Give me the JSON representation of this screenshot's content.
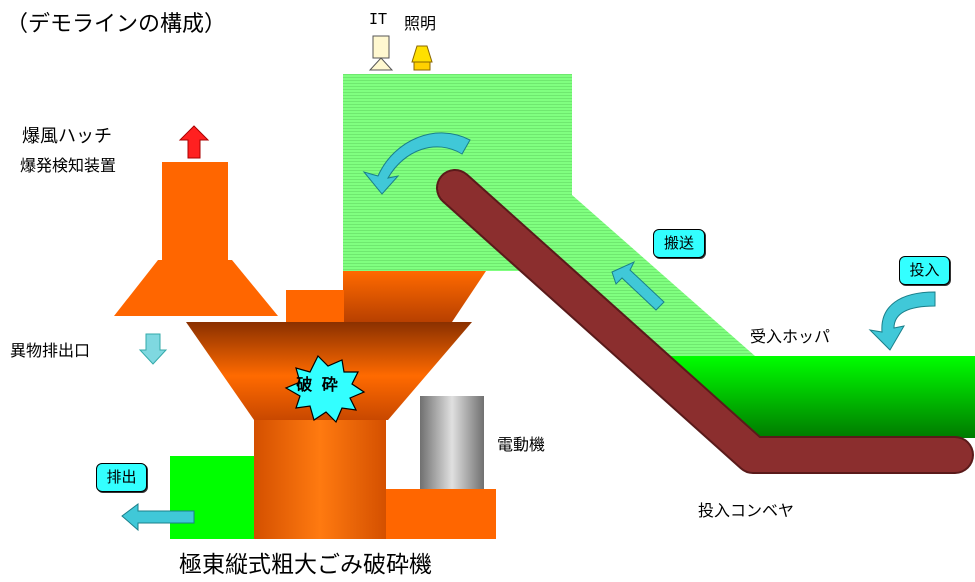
{
  "title": "（デモラインの構成）",
  "machine_name": "極東縦式粗大ごみ破砕機",
  "labels": {
    "blast_hatch": "爆風ハッチ",
    "explosion_detector": "爆発検知装置",
    "foreign_outlet": "異物排出口",
    "it": "IT",
    "lighting": "照明",
    "receiving_hopper": "受入ホッパ",
    "motor": "電動機",
    "input_conveyor": "投入コンベヤ",
    "crushing": "破 砕"
  },
  "tags": {
    "carry": "搬送",
    "input": "投入",
    "discharge": "排出"
  },
  "colors": {
    "orange": "#ff6600",
    "light_green": "#80ff80",
    "green": "#00ff00",
    "conveyor_brown": "#8b2e2e",
    "arrow_cyan": "#40c8d8",
    "arrow_red": "#ff2020",
    "tag_cyan": "#33ffff"
  }
}
